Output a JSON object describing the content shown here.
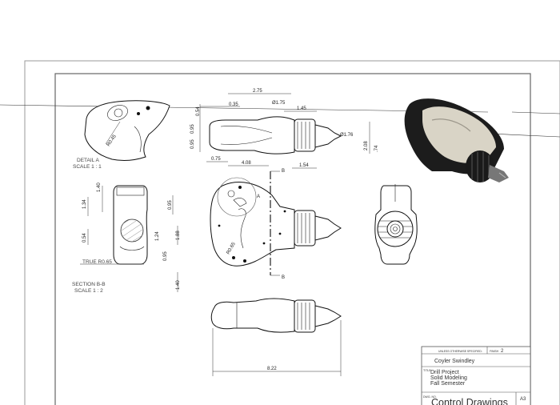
{
  "views": {
    "detail_a": {
      "title": "DETAIL A",
      "scale": "SCALE 1 : 1",
      "radius": "R0.45"
    },
    "section_b": {
      "title": "SECTION B-B",
      "scale": "SCALE 1 : 2",
      "true_radius": "TRUE R0.65"
    },
    "section_marker": "B",
    "detail_marker": "A"
  },
  "dimensions": {
    "d_2_75": "2.75",
    "d_1_75": "Ø1.75",
    "d_0_35": "0.35",
    "d_1_45": "1.45",
    "d_0_54": "0.54",
    "d_0_95a": "0.95",
    "d_0_95b": "0.95",
    "d_1_76": "Ø1.76",
    "d_2_08": "2.08",
    "d_0_74": ".74",
    "d_0_75": "0.75",
    "d_4_08": "4.08",
    "d_1_54": "1.54",
    "d_1_40": "1.40",
    "d_1_34": "1.34",
    "d_0_95c": "0.95",
    "d_0_54b": "0.54",
    "d_1_24": "1.24",
    "d_1_88": "1.88",
    "d_0_95d": "0.95",
    "d_1_40b": "1.40",
    "d_8_22": "8.22"
  },
  "title_block": {
    "header_left": "UNLESS OTHERWISE SPECIFIED:",
    "header_right_label": "FINISH",
    "header_right_value": "2",
    "name": "Coyler Swindley",
    "title_label": "TITLE:",
    "line1": "Drill Project",
    "line2": "Solid Modeling",
    "line3": "Fall Semester",
    "dwg_label": "DWG. NO.",
    "drawing_title": "Control Drawings",
    "size": "A3"
  }
}
